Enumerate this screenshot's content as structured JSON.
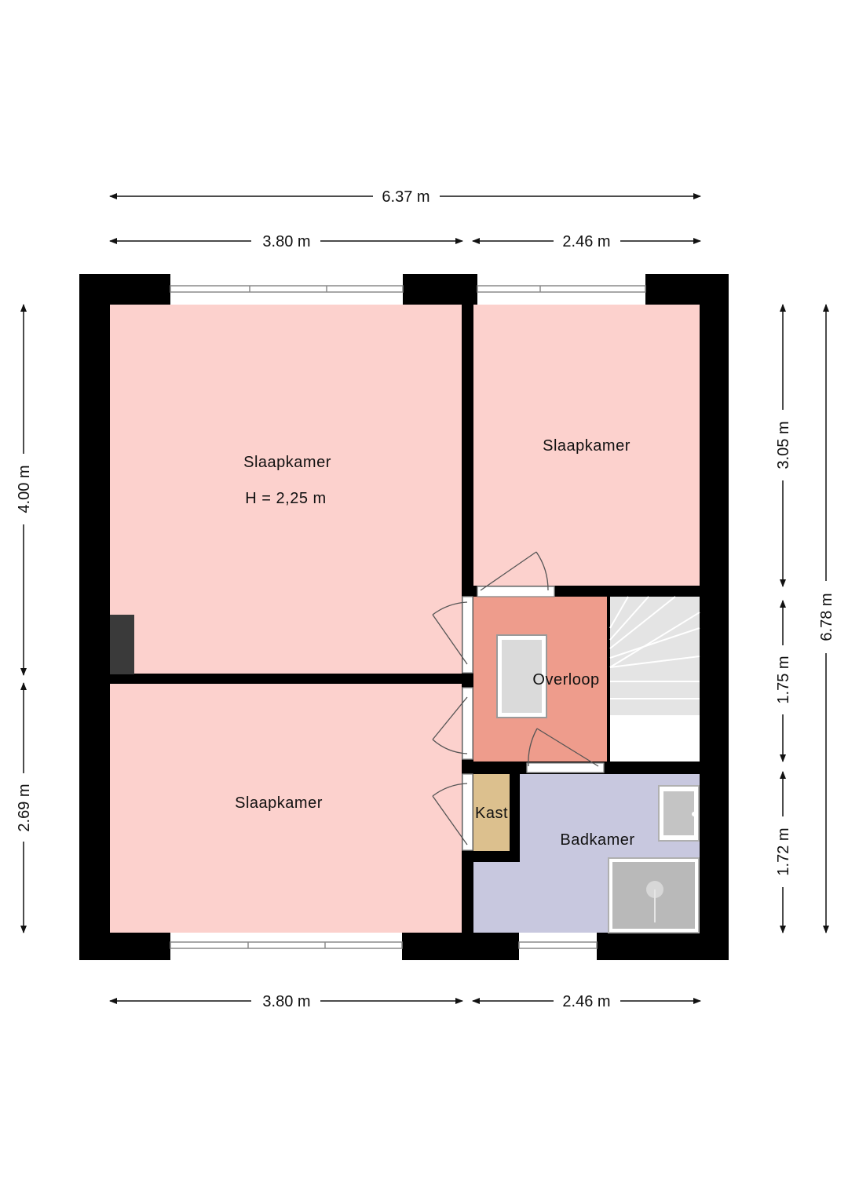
{
  "colors": {
    "wall": "#000000",
    "bedroom": "#fcd1cd",
    "landing": "#ee9c8c",
    "bathroom": "#c8c8df",
    "closet": "#dcc08e",
    "stairs": "#e6e6e6",
    "fixture": "#bdbdbd"
  },
  "rooms": {
    "bedroom_1": {
      "name": "Slaapkamer",
      "height_note": "H = 2,25 m"
    },
    "bedroom_2": {
      "name": "Slaapkamer"
    },
    "bedroom_3": {
      "name": "Slaapkamer"
    },
    "landing": {
      "name": "Overloop"
    },
    "closet": {
      "name": "Kast"
    },
    "bathroom": {
      "name": "Badkamer"
    }
  },
  "dimensions": {
    "top_total": "6.37 m",
    "top_left": "3.80 m",
    "top_right": "2.46 m",
    "bottom_left": "3.80 m",
    "bottom_right": "2.46 m",
    "left_upper": "4.00 m",
    "left_lower": "2.69 m",
    "right_a": "3.05 m",
    "right_b": "1.75 m",
    "right_c": "1.72 m",
    "right_total": "6.78 m"
  }
}
